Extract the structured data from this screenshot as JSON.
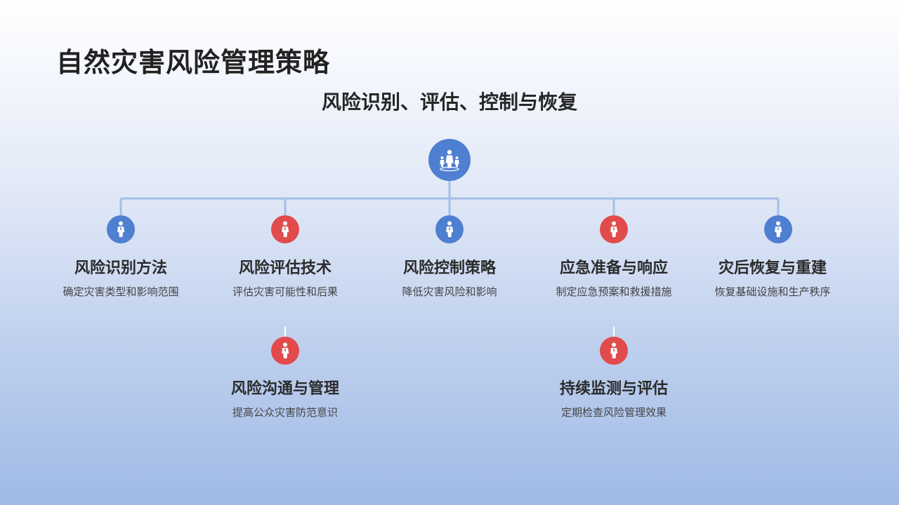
{
  "title": "自然灾害风险管理策略",
  "subtitle": "风险识别、评估、控制与恢复",
  "colors": {
    "blue": "#4f7fd0",
    "red": "#e24b4b",
    "line": "#a3bfe8"
  },
  "root_icon": "people-group-icon",
  "nodes": [
    {
      "title": "风险识别方法",
      "desc": "确定灾害类型和影响范围",
      "color": "blue",
      "icon": "person-icon"
    },
    {
      "title": "风险评估技术",
      "desc": "评估灾害可能性和后果",
      "color": "red",
      "icon": "person-icon"
    },
    {
      "title": "风险控制策略",
      "desc": "降低灾害风险和影响",
      "color": "blue",
      "icon": "person-icon"
    },
    {
      "title": "应急准备与响应",
      "desc": "制定应急预案和救援措施",
      "color": "red",
      "icon": "person-icon"
    },
    {
      "title": "灾后恢复与重建",
      "desc": "恢复基础设施和生产秩序",
      "color": "blue",
      "icon": "person-icon"
    },
    {
      "title": "风险沟通与管理",
      "desc": "提高公众灾害防范意识",
      "color": "red",
      "icon": "person-icon"
    },
    {
      "title": "持续监测与评估",
      "desc": "定期检查风险管理效果",
      "color": "red",
      "icon": "person-icon"
    }
  ]
}
